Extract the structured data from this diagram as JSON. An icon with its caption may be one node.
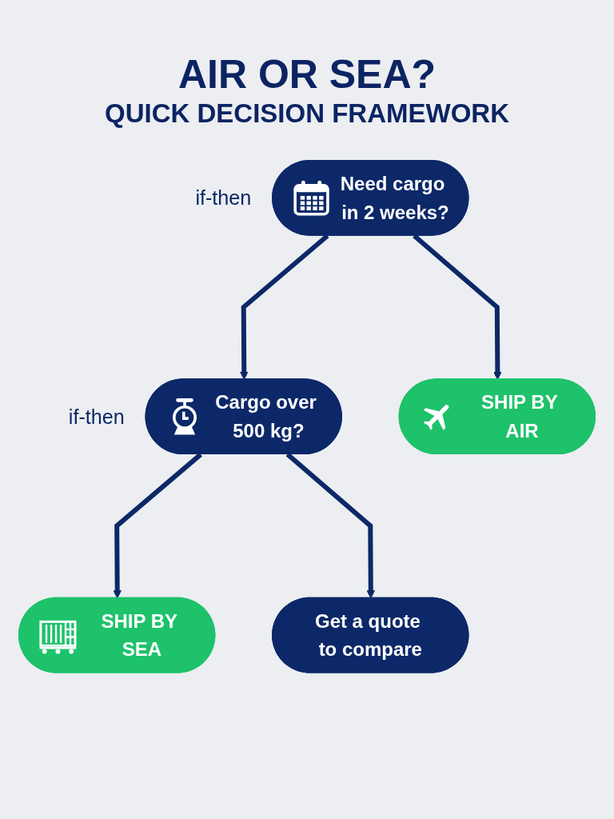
{
  "diagram": {
    "title": "AIR OR SEA?",
    "nodes": [
      {
        "text": [
          "Need cargo in 2 weeks?"
        ],
        "beside": [
          "if-then"
        ]
      },
      {
        "text": [
          "SHIP BY AIR"
        ]
      },
      {
        "text": [
          "Cargo over 500 kg?"
        ],
        "beside": [
          "if-then"
        ]
      },
      {
        "text": [
          "SHIP BY SEA"
        ]
      },
      {
        "text": [
          "Get a quote to compare"
        ]
      }
    ],
    "edges": [
      {
        "from": 0,
        "to": 1,
        "arrow": "to"
      },
      {
        "from": 0,
        "to": 2,
        "arrow": "to"
      },
      {
        "from": 2,
        "to": 3,
        "arrow": "to"
      },
      {
        "from": 2,
        "to": 4,
        "arrow": "to"
      }
    ],
    "labels": [
      "QUICK DECISION FRAMEWORK"
    ]
  }
}
